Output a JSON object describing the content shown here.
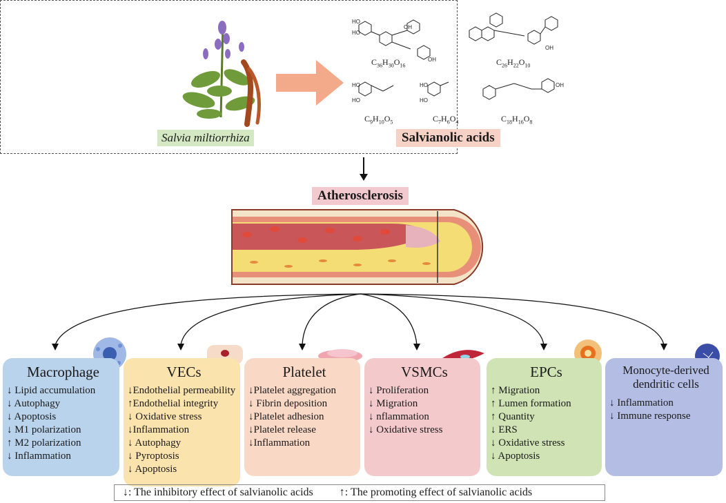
{
  "top": {
    "plant_name": "Salvia miltiorrhiza",
    "acids_label": "Salvianolic acids",
    "formulas": [
      "C36H30O16",
      "C26H22O10",
      "C9H10O5",
      "C7H6O4",
      "C18H16O8"
    ]
  },
  "disease_label": "Atherosclerosis",
  "cells": [
    {
      "title": "Macrophage",
      "color": "#b9d3ec",
      "effects": [
        "↓ Lipid accumulation",
        "↓ Autophagy",
        "↓ Apoptosis",
        "↓ M1 polarization",
        "↑ M2 polarization",
        "↓ Inflammation"
      ]
    },
    {
      "title": "VECs",
      "color": "#fbe3ae",
      "effects": [
        "↓Endothelial permeability",
        "↑Endothelial integrity",
        "↓ Oxidative stress",
        "↓Inflammation",
        "↓ Autophagy",
        "↓ Pyroptosis",
        "↓ Apoptosis"
      ]
    },
    {
      "title": "Platelet",
      "color": "#fad8c6",
      "effects": [
        "↓Platelet aggregation",
        "↓ Fibrin deposition",
        "↓Platelet adhesion",
        "↓Platelet release",
        "↓Inflammation"
      ]
    },
    {
      "title": "VSMCs",
      "color": "#f3c9cc",
      "effects": [
        "↓ Proliferation",
        "↓ Migration",
        "↓ nflammation",
        "↓ Oxidative stress"
      ]
    },
    {
      "title": "EPCs",
      "color": "#cfe3b4",
      "effects": [
        "↑ Migration",
        "↑ Lumen formation",
        "↑ Quantity",
        "↓ ERS",
        "↓ Oxidative stress",
        "↓ Apoptosis"
      ]
    },
    {
      "title": "Monocyte-derived dendritic  cells",
      "color": "#b4bde4",
      "effects": [
        "↓ Inflammation",
        "↓ Immune response"
      ]
    }
  ],
  "legend": {
    "inhibit": "↓: The inhibitory effect of salvianolic acids",
    "promote": "↑: The promoting effect of salvianolic acids"
  }
}
